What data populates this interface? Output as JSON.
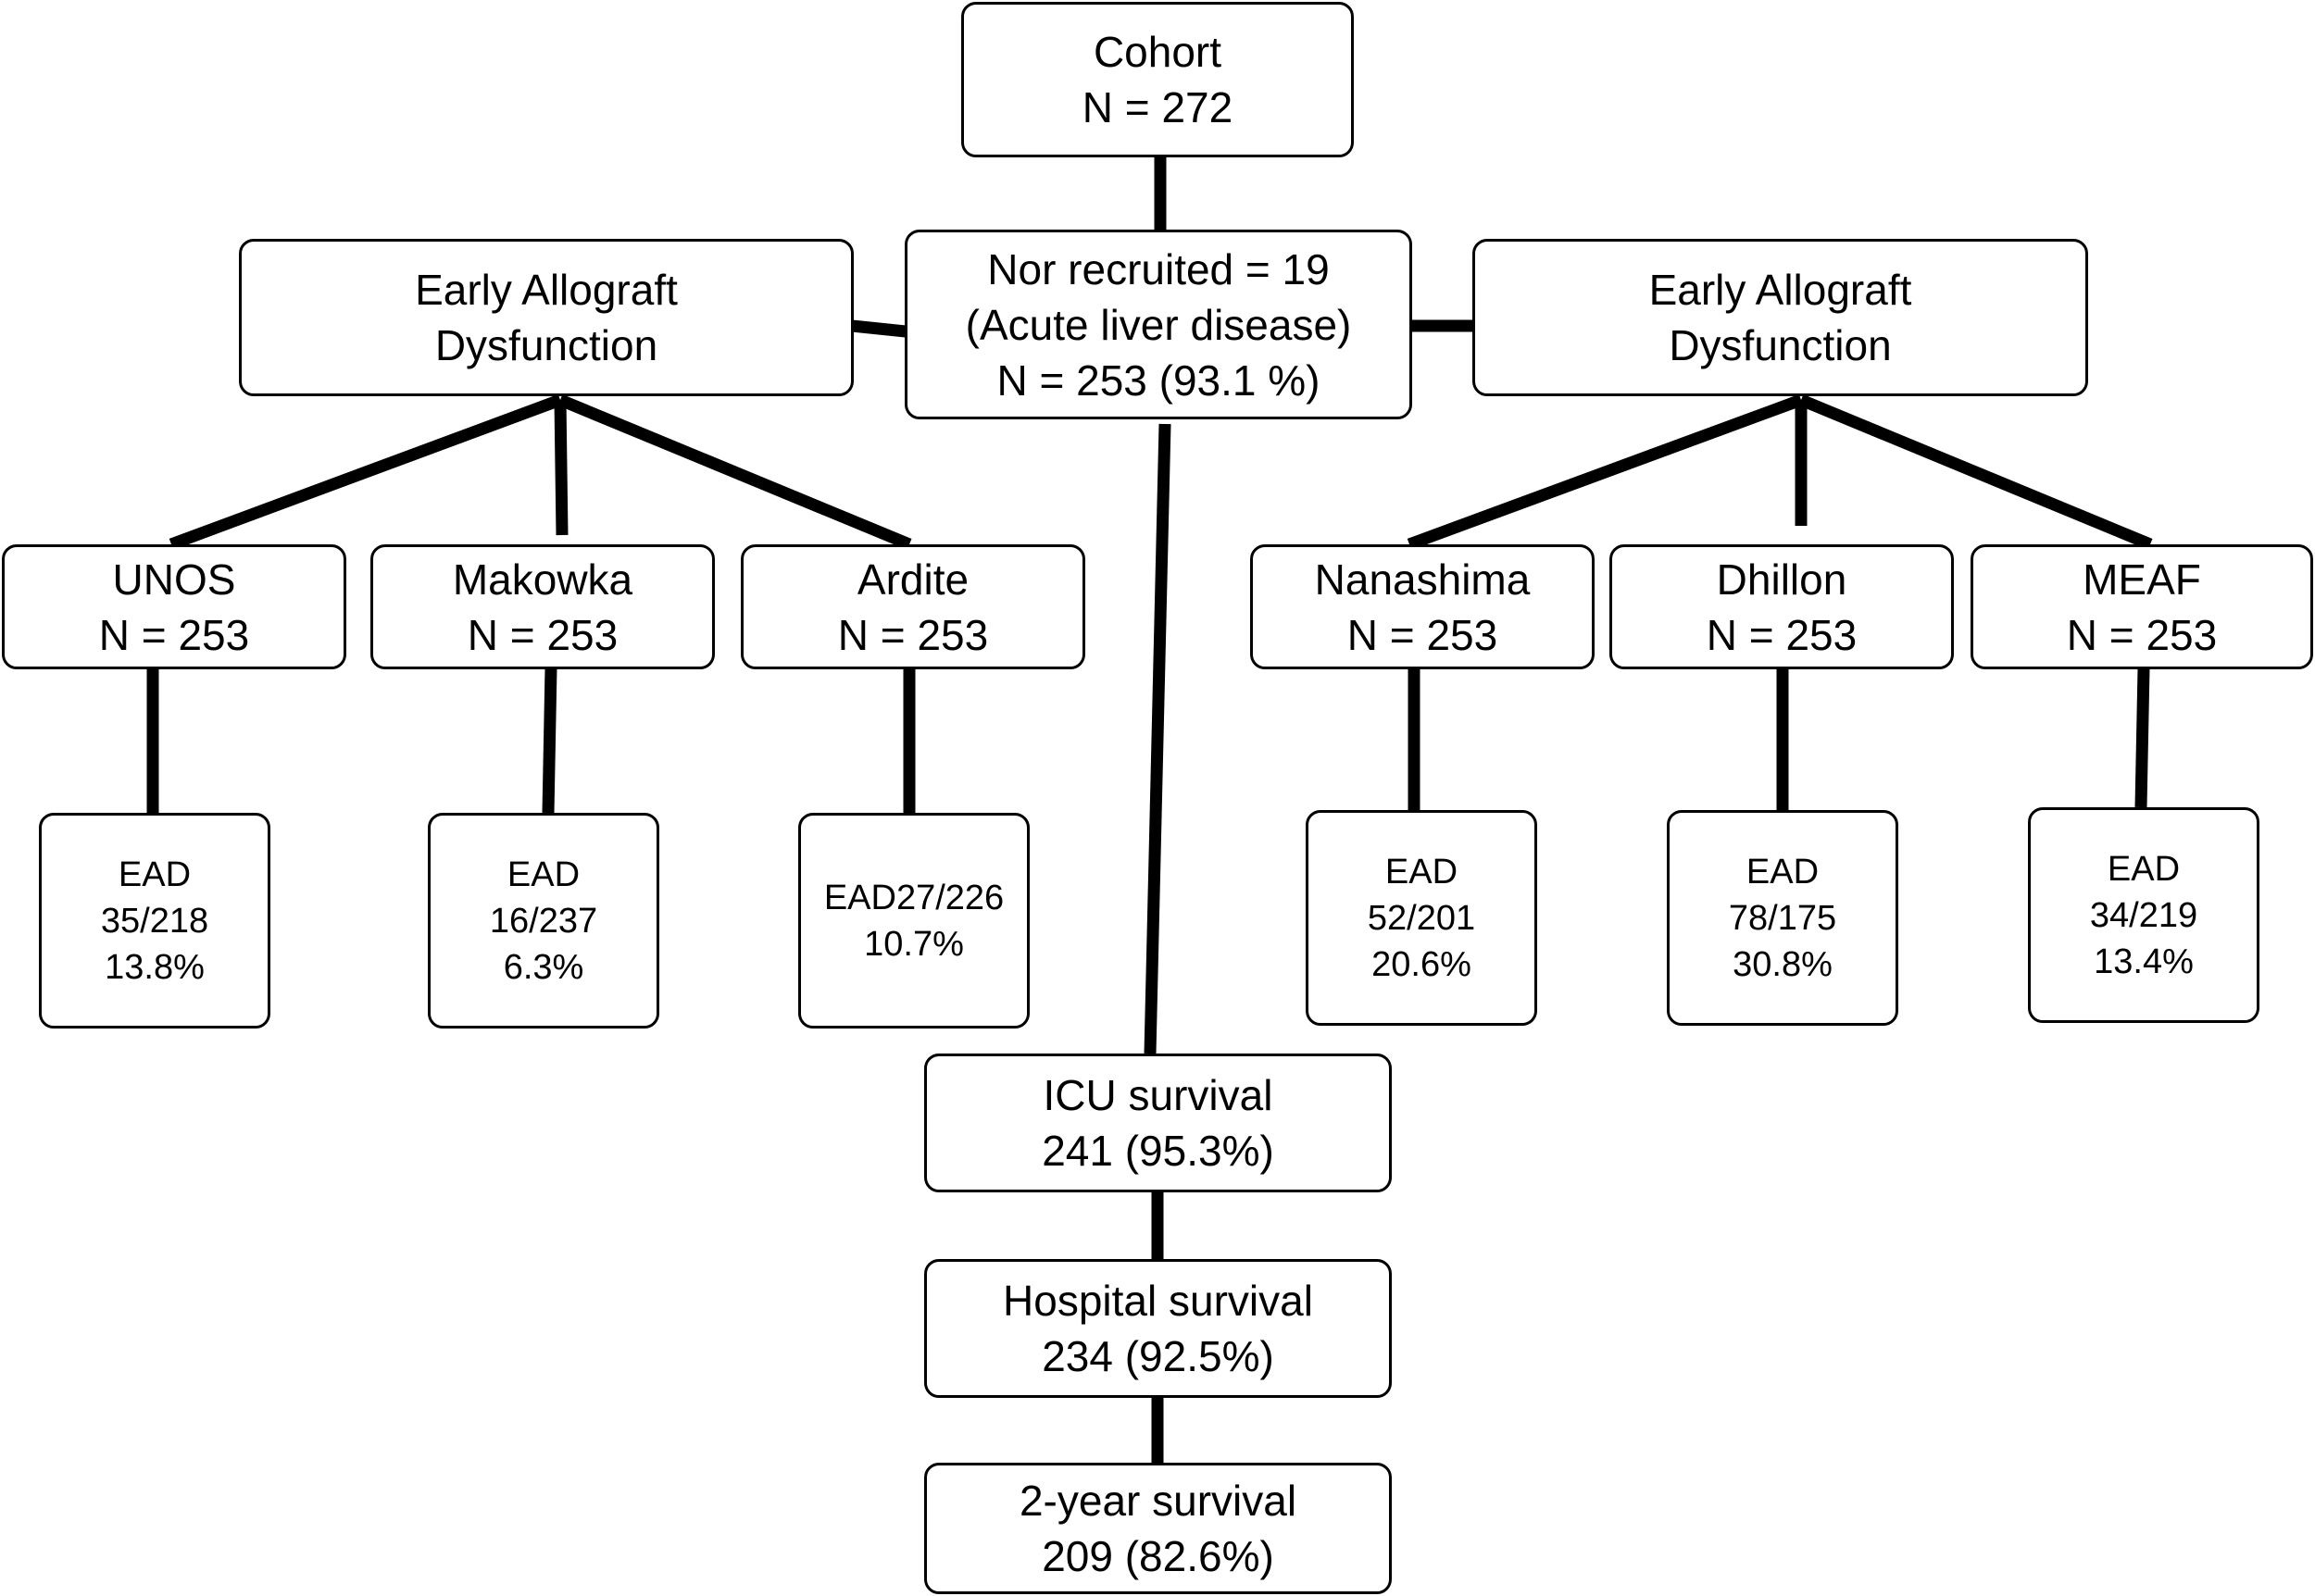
{
  "cohort": {
    "title": "Cohort",
    "n": "N = 272"
  },
  "recruit": {
    "line1": "Nor recruited = 19",
    "line2": "(Acute liver disease)",
    "line3": "N = 253 (93.1 %)"
  },
  "ead_left": {
    "line1": "Early Allograft",
    "line2": "Dysfunction"
  },
  "ead_right": {
    "line1": "Early Allograft",
    "line2": "Dysfunction"
  },
  "criteria": [
    {
      "name": "UNOS",
      "n": "N = 253",
      "result": [
        "EAD",
        "35/218",
        "13.8%"
      ]
    },
    {
      "name": "Makowka",
      "n": "N = 253",
      "result": [
        "EAD",
        "16/237",
        "6.3%"
      ]
    },
    {
      "name": "Ardite",
      "n": "N = 253",
      "result": [
        "EAD27/226",
        "10.7%"
      ]
    },
    {
      "name": "Nanashima",
      "n": "N = 253",
      "result": [
        "EAD",
        "52/201",
        "20.6%"
      ]
    },
    {
      "name": "Dhillon",
      "n": "N = 253",
      "result": [
        "EAD",
        "78/175",
        "30.8%"
      ]
    },
    {
      "name": "MEAF",
      "n": "N = 253",
      "result": [
        "EAD",
        "34/219",
        "13.4%"
      ]
    }
  ],
  "survival": [
    {
      "label": "ICU survival",
      "value": "241 (95.3%)"
    },
    {
      "label": "Hospital survival",
      "value": "234 (92.5%)"
    },
    {
      "label": "2-year survival",
      "value": "209 (82.6%)"
    }
  ]
}
